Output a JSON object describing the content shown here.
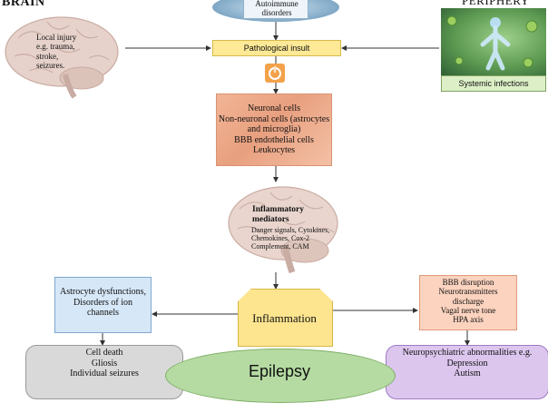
{
  "headers": {
    "brain": "BRAIN",
    "periphery": "PERIPHERY"
  },
  "autoimmune": {
    "line1": "Autoimmune",
    "line2": "disorders"
  },
  "local_injury": {
    "line1": "Local injury",
    "line2": "e.g. trauma,",
    "line3": "stroke,",
    "line4": "seizures."
  },
  "insult": "Pathological insult",
  "systemic": "Systemic infections",
  "cells": {
    "line1": "Neuronal cells",
    "line2": "Non-neuronal cells (astrocytes",
    "line3": "and microglia)",
    "line4": "BBB endothelial cells",
    "line5": "Leukocytes"
  },
  "mediators": {
    "title1": "Inflammatory",
    "title2": "mediators",
    "line1": "Danger signals, Cytokines,",
    "line2": "Chemokines, Cox-2",
    "line3": "Complement, CAM"
  },
  "astrocyte": {
    "line1": "Astrocyte dysfunctions,",
    "line2": "Disorders of ion",
    "line3": "channels"
  },
  "inflammation": "Inflammation",
  "bbb": {
    "line1": "BBB disruption",
    "line2": "Neurotransmitters",
    "line3": "discharge",
    "line4": "Vagal nerve tone",
    "line5": "HPA axis"
  },
  "cell_death": {
    "line1": "Cell death",
    "line2": "Gliosis",
    "line3": "Individual  seizures"
  },
  "epilepsy": "Epilepsy",
  "neuro": {
    "line1": "Neuropsychiatric abnormalities e.g.",
    "line2": "Depression",
    "line3": "Autism"
  },
  "colors": {
    "insult_fill": "#fde996",
    "systemic_fill": "#dcefc6",
    "astro_fill": "#d6e7f7",
    "inflam_fill": "#fde58f",
    "bbb_fill": "#fbd3bf",
    "gray_fill": "#d9d9d9",
    "epilepsy_fill": "#b5dba2",
    "neuro_fill": "#dcc6ee"
  }
}
